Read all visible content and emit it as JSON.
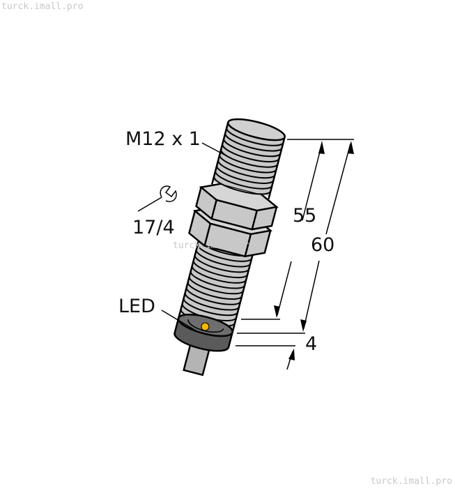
{
  "watermarks": {
    "top_left": "turck.imall.pro",
    "bottom_right": "turck.imall.pro",
    "center": "turck.imall.pro"
  },
  "labels": {
    "thread": "M12 x 1",
    "wrench_size": "17/4",
    "led": "LED",
    "dim_55": "55",
    "dim_60": "60",
    "dim_4": "4"
  },
  "colors": {
    "body": "#c8c8c8",
    "cap": "#5a5a5a",
    "led": "#f5b800",
    "cable": "#b4b4b4"
  }
}
